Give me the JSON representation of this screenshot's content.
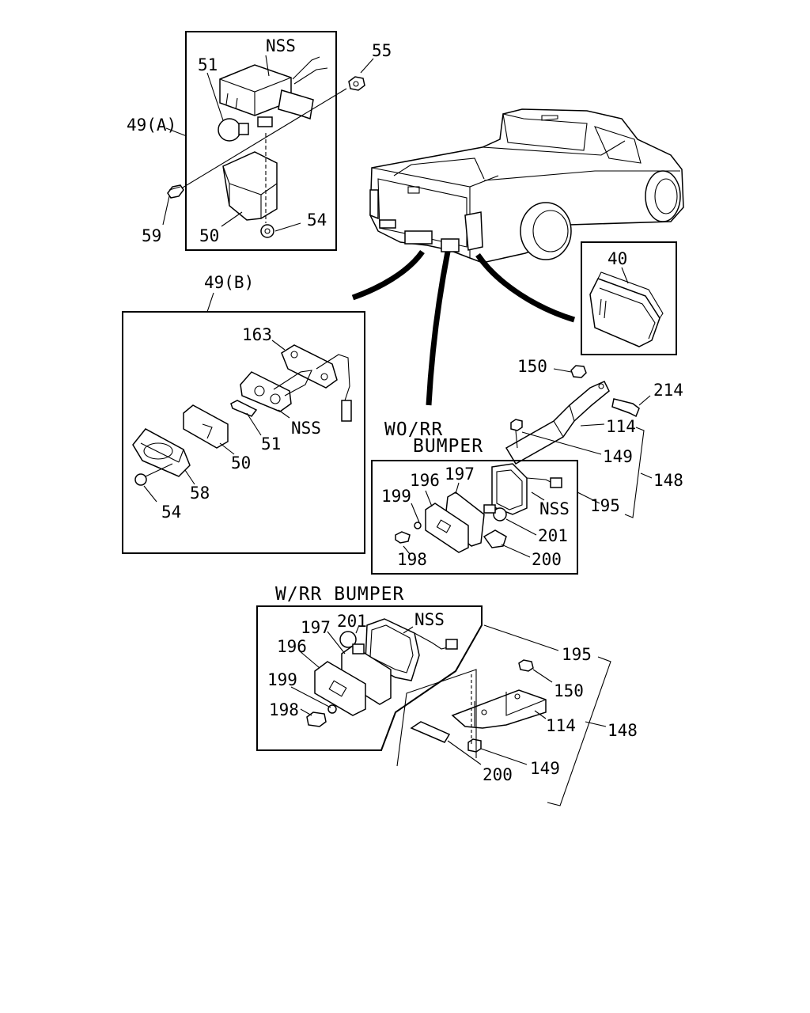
{
  "headers": {
    "wo_rr_line1": "WO/RR",
    "wo_rr_line2": "BUMPER",
    "w_rr": "W/RR  BUMPER"
  },
  "labels": {
    "a_nss": "NSS",
    "a_51": "51",
    "a_55": "55",
    "a_49a": "49(A)",
    "a_59": "59",
    "a_50": "50",
    "a_54": "54",
    "b_49b": "49(B)",
    "b_163": "163",
    "b_nss": "NSS",
    "b_51": "51",
    "b_50": "50",
    "b_58": "58",
    "b_54": "54",
    "t_40": "40",
    "c_150": "150",
    "c_214": "214",
    "c_114": "114",
    "c_149": "149",
    "c_148": "148",
    "c_196": "196",
    "c_197": "197",
    "c_199": "199",
    "c_nss": "NSS",
    "c_195": "195",
    "c_201": "201",
    "c_198": "198",
    "c_200": "200",
    "d_201": "201",
    "d_nss": "NSS",
    "d_197": "197",
    "d_196": "196",
    "d_199": "199",
    "d_198": "198",
    "d_195": "195",
    "d_150": "150",
    "d_114": "114",
    "d_148": "148",
    "d_149": "149",
    "d_200": "200"
  }
}
